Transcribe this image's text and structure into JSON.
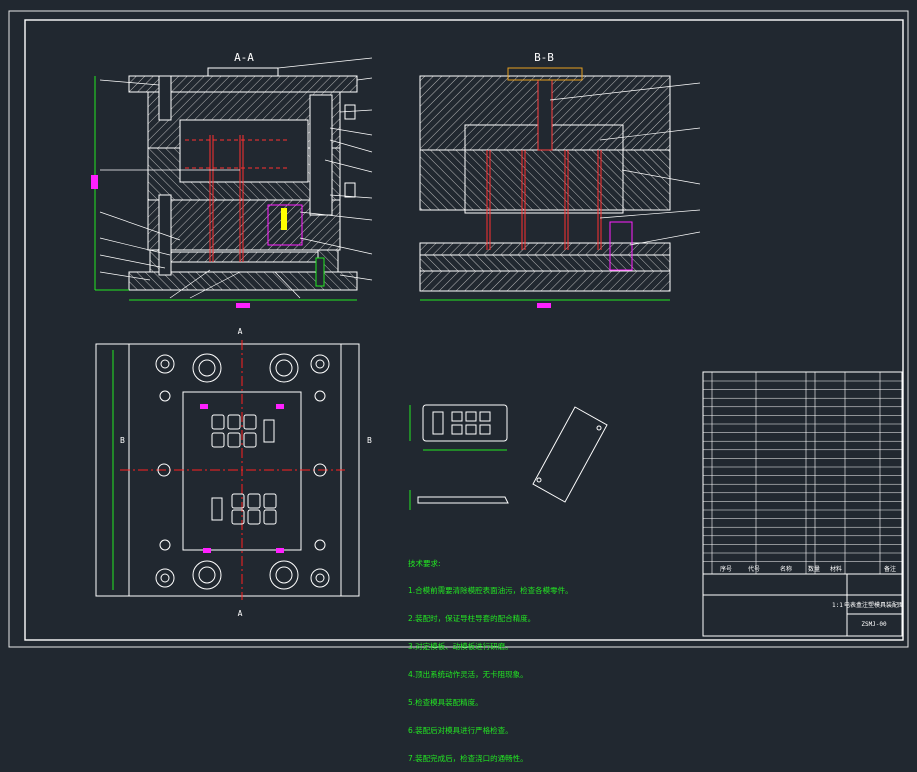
{
  "views": {
    "section_aa": "A-A",
    "section_bb": "B-B",
    "section_mark_a": "A",
    "section_mark_b": "B"
  },
  "tech_notes": {
    "title": "技术要求:",
    "items": [
      "1.合模前需要清除模腔表面油污，检查各模零件。",
      "2.装配时，保证导柱导套的配合精度。",
      "3.对定模板、动模板进行研磨。",
      "4.顶出系统动作灵活，无卡阻现象。",
      "5.检查模具装配精度。",
      "6.装配后对模具进行严格检查。",
      "7.装配完成后，检查浇口的通畅性。"
    ]
  },
  "title_block": {
    "drawing_name": "电表盒注塑模具装配图",
    "drawing_number": "ZSMJ-00",
    "header_cols": [
      "序号",
      "代号",
      "名称",
      "数量",
      "材料",
      "备注"
    ],
    "scale": "1:1"
  },
  "colors": {
    "background": "#212830",
    "line": "#ffffff",
    "hatch": "#c8c8c8",
    "red": "#ff2020",
    "green": "#22e822",
    "magenta": "#ff20ff",
    "yellow": "#ffff00",
    "cyan": "#20e0ff",
    "orange": "#e8a020"
  }
}
